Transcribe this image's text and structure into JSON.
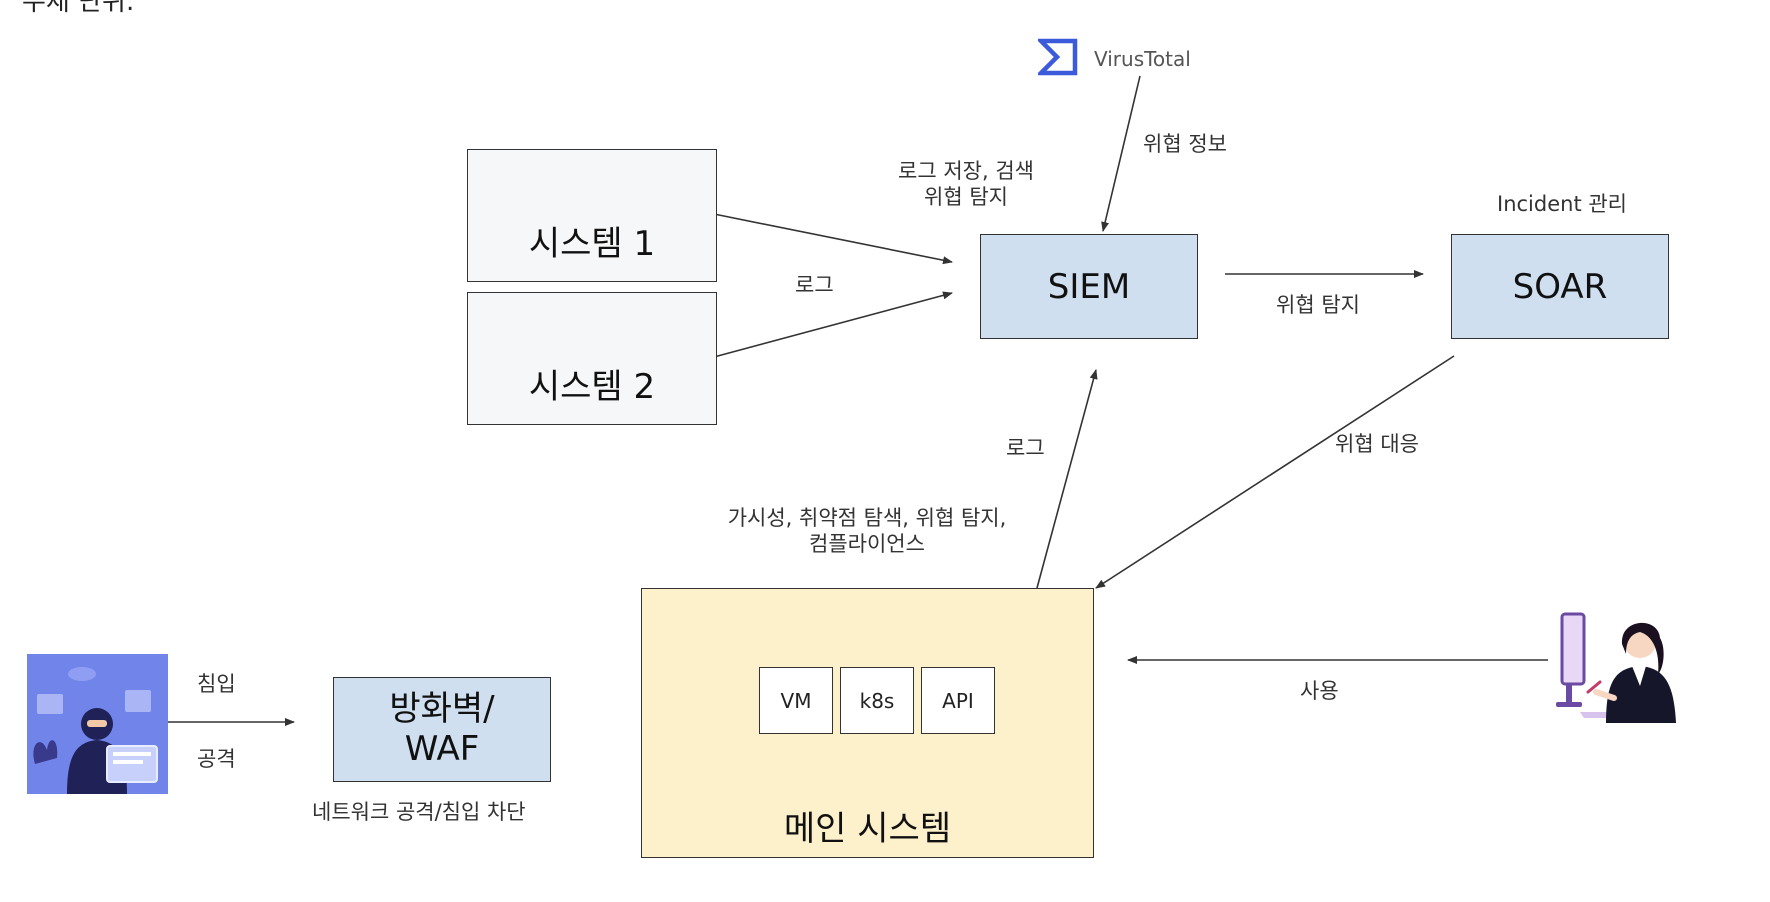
{
  "header": {
    "fragment": "수재 단위."
  },
  "nodes": {
    "system1": "시스템 1",
    "system2": "시스템 2",
    "siem": "SIEM",
    "soar": "SOAR",
    "firewall_line1": "방화벽/",
    "firewall_line2": "WAF",
    "main_system": "메인 시스템",
    "vm": "VM",
    "k8s": "k8s",
    "api": "API",
    "virustotal": "VirusTotal"
  },
  "labels": {
    "log_store_line1": "로그 저장, 검색",
    "log_store_line2": "위협 탐지",
    "threat_info": "위협 정보",
    "incident_mgmt": "Incident 관리",
    "log_systems": "로그",
    "threat_detect": "위협 탐지",
    "log_main": "로그",
    "threat_response": "위협 대응",
    "main_desc_line1": "가시성, 취약점 탐색, 위협 탐지,",
    "main_desc_line2": "컴플라이언스",
    "intrusion": "침입",
    "attack": "공격",
    "fw_desc": "네트워크 공격/침입 차단",
    "usage": "사용"
  },
  "icons": {
    "hacker": "hacker-illustration",
    "user": "analyst-illustration",
    "virustotal": "virustotal-logo-icon"
  },
  "colors": {
    "blue_box": "#cfdff0",
    "yellow_box": "#fdf1cc",
    "gray_box": "#f6f7f8",
    "virustotal_blue": "#3b5bdb"
  }
}
